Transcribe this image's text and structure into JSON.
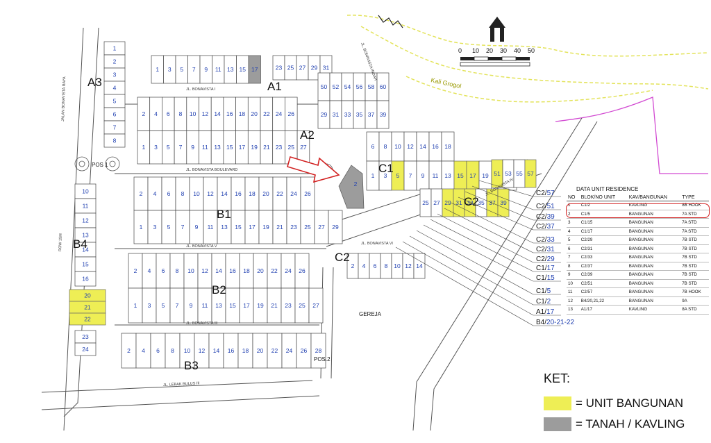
{
  "labels": {
    "blocks": [
      "A1",
      "A2",
      "A3",
      "B1",
      "B2",
      "B3",
      "B4",
      "C1",
      "C2"
    ],
    "roads": [
      "JL. BONAVISTA I",
      "JL. BONAVISTA BOULEVARD",
      "JL. BONAVISTA V",
      "JL. BONAVISTA III",
      "JL. LEBAK BULUS III",
      "JL. BONAVISTA INDAH",
      "JALAN BONAVISTA RAYA",
      "JL. BONAVISTA IV",
      "JL. BONAVISTA VI",
      "ROW 15M"
    ],
    "places": [
      "POS 1",
      "POS.2",
      "GEREJA",
      "Kali Grogol"
    ],
    "scale": [
      "0",
      "10",
      "20",
      "30",
      "40",
      "50"
    ]
  },
  "callouts": [
    {
      "block": "C2",
      "unit": "57"
    },
    {
      "block": "C2",
      "unit": "51"
    },
    {
      "block": "C2",
      "unit": "39"
    },
    {
      "block": "C2",
      "unit": "37"
    },
    {
      "block": "C2",
      "unit": "33"
    },
    {
      "block": "C2",
      "unit": "31"
    },
    {
      "block": "C2",
      "unit": "29"
    },
    {
      "block": "C1",
      "unit": "17"
    },
    {
      "block": "C1",
      "unit": "15"
    },
    {
      "block": "C1",
      "unit": "5"
    },
    {
      "block": "C1",
      "unit": "2"
    },
    {
      "block": "A1",
      "unit": "17"
    },
    {
      "block": "B4",
      "unit": "20-21-22"
    }
  ],
  "table": {
    "title": "DATA UNIT RESIDENCE",
    "headers": [
      "NO",
      "BLOK/NO UNIT",
      "KAV/BANGUNAN",
      "TYPE"
    ],
    "rows": [
      [
        "1",
        "C1/2",
        "KAVLING",
        "8B HOOK"
      ],
      [
        "2",
        "C1/5",
        "BANGUNAN",
        "7A STD"
      ],
      [
        "3",
        "C1/15",
        "BANGUNAN",
        "7A STD"
      ],
      [
        "4",
        "C1/17",
        "BANGUNAN",
        "7A STD"
      ],
      [
        "5",
        "C2/29",
        "BANGUNAN",
        "7B STD"
      ],
      [
        "6",
        "C2/31",
        "BANGUNAN",
        "7B STD"
      ],
      [
        "7",
        "C2/33",
        "BANGUNAN",
        "7B STD"
      ],
      [
        "8",
        "C2/37",
        "BANGUNAN",
        "7B STD"
      ],
      [
        "9",
        "C2/39",
        "BANGUNAN",
        "7B STD"
      ],
      [
        "10",
        "C2/51",
        "BANGUNAN",
        "7B STD"
      ],
      [
        "11",
        "C2/57",
        "BANGUNAN",
        "7B HOOK"
      ],
      [
        "12",
        "B4/20,21,22",
        "BANGUNAN",
        "9A"
      ],
      [
        "13",
        "A1/17",
        "KAVLING",
        "8A STD"
      ]
    ]
  },
  "legend": {
    "title": "KET:",
    "items": [
      {
        "label": "= UNIT BANGUNAN",
        "color": "#eeee55"
      },
      {
        "label": "= TANAH / KAVLING",
        "color": "#9c9c9c"
      }
    ]
  },
  "colors": {
    "river": "#e3e35a",
    "boundary": "#d24ad2",
    "unit_number": "#1f3fb0",
    "highlight": "#d22222",
    "arrow": "#d22222"
  }
}
